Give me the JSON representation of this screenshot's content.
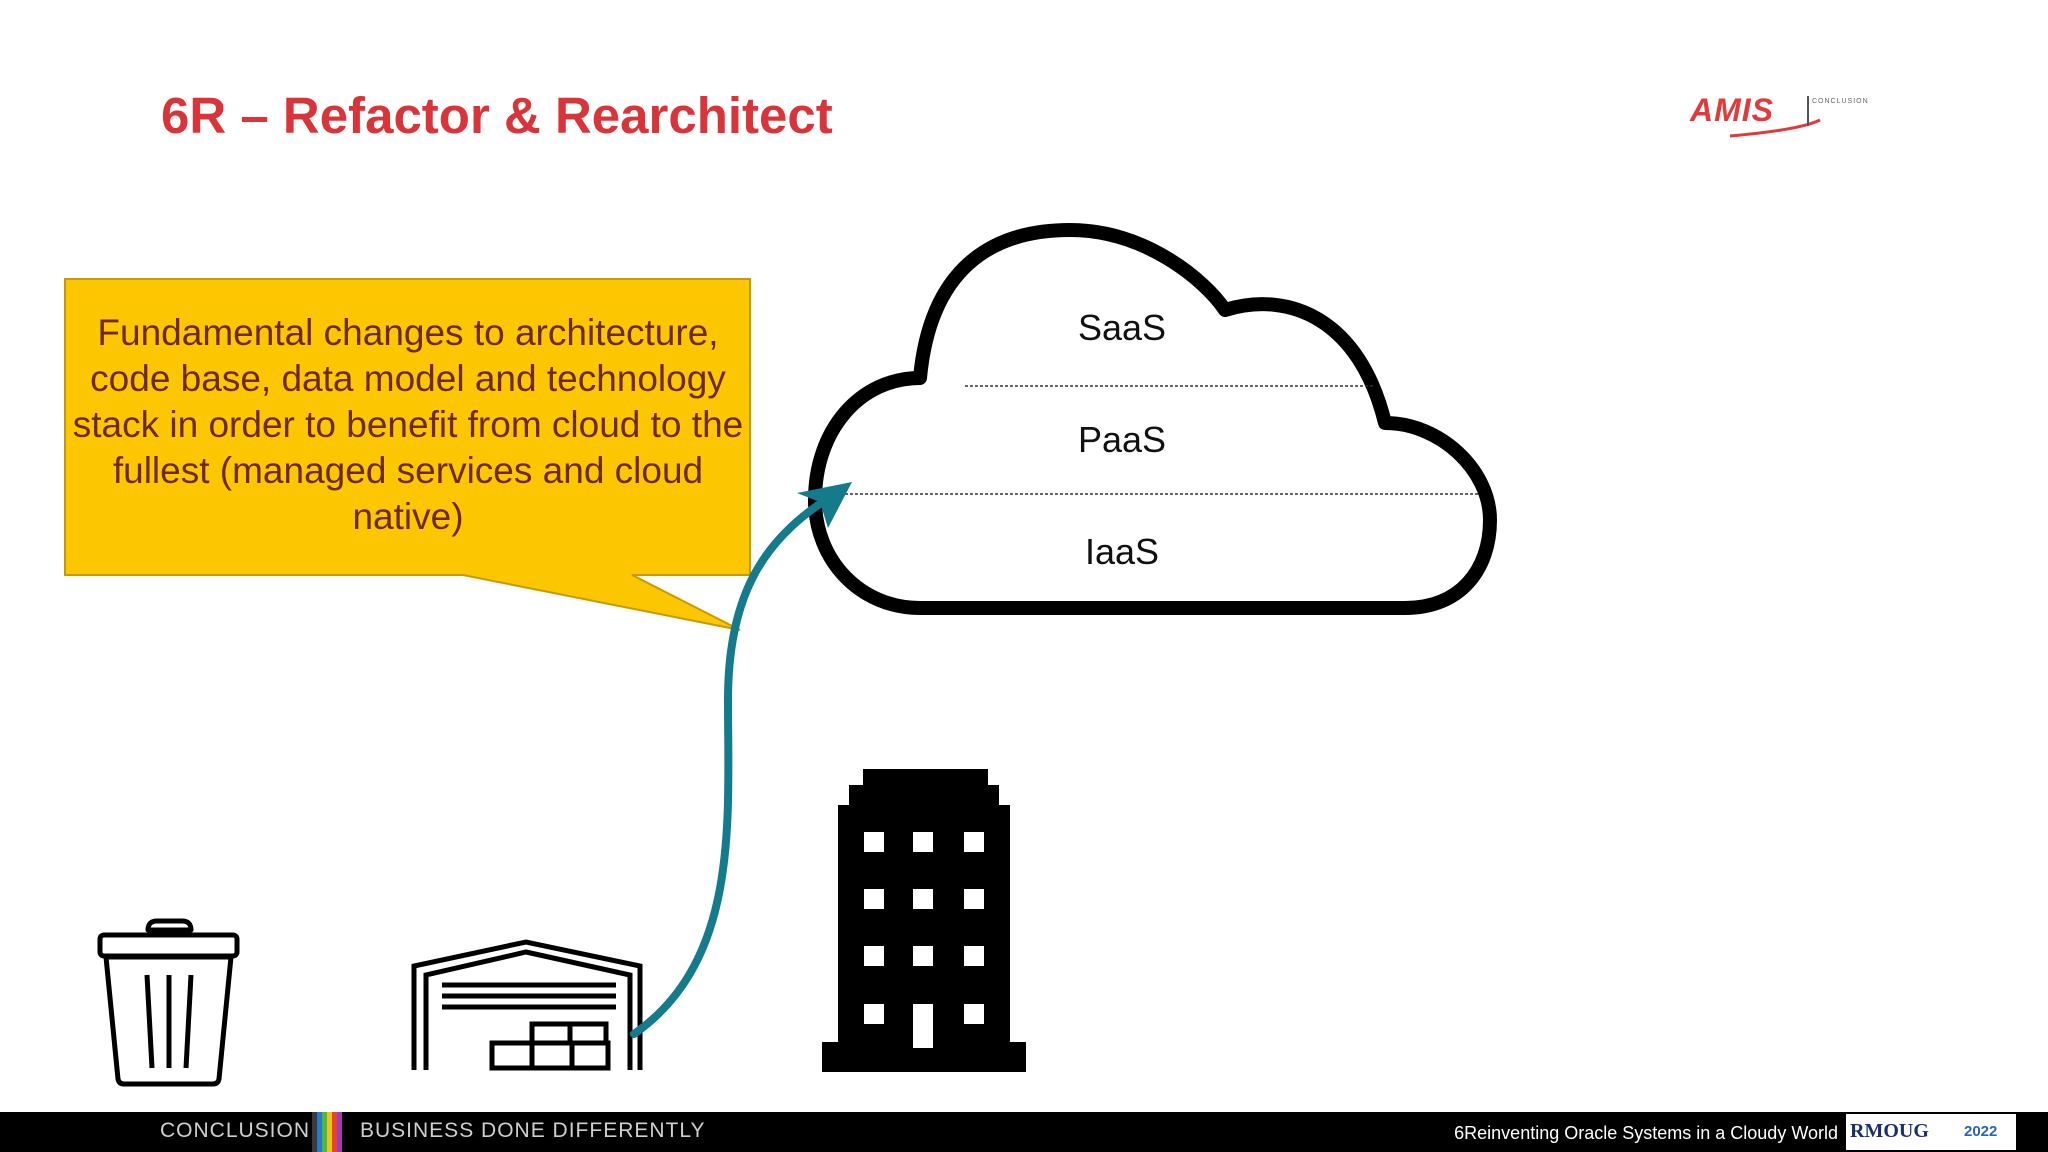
{
  "slide": {
    "title": "6R – Refactor & Rearchitect"
  },
  "logo": {
    "text": "AMIS",
    "sub": "CONCLUSION"
  },
  "callout": {
    "text": "Fundamental changes to architecture, code base, data model and technology stack in order to benefit from cloud to the fullest (managed services and cloud native)"
  },
  "cloud": {
    "layers": [
      "SaaS",
      "PaaS",
      "IaaS"
    ]
  },
  "icons": [
    "trash-can-icon",
    "warehouse-icon",
    "office-building-icon",
    "curved-arrow-icon",
    "cloud-icon"
  ],
  "footer": {
    "brand": "CONCLUSION",
    "tagline": "BUSINESS DONE DIFFERENTLY",
    "page_info": "6Reinventing Oracle Systems in a Cloudy World",
    "badge_org": "RMOUG",
    "badge_year": "2022"
  },
  "colors": {
    "title": "#d9343a",
    "callout_fill": "#fcc600",
    "callout_border": "#c99a00",
    "arrow": "#137b8c",
    "footer_bg": "#000000"
  }
}
